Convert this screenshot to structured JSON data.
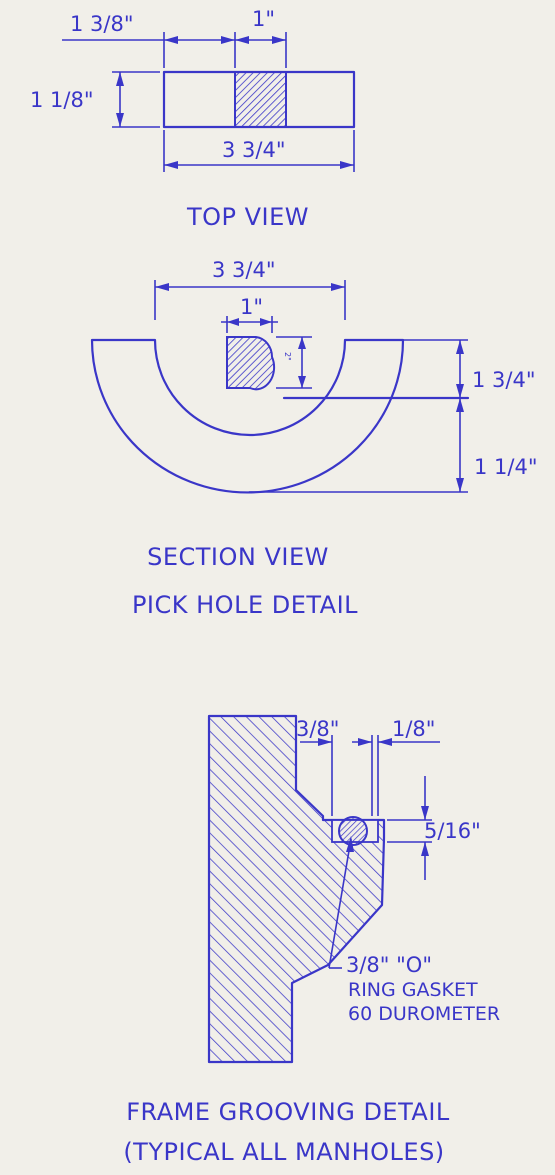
{
  "top_view": {
    "dim_left_width": "1 3/8\"",
    "dim_slot_width": "1\"",
    "dim_height": "1 1/8\"",
    "dim_total_width": "3 3/4\"",
    "title": "TOP VIEW"
  },
  "section_view": {
    "dim_total_width": "3 3/4\"",
    "dim_hole_width": "1\"",
    "dim_hole_depth": "2\"",
    "dim_upper_height": "1 3/4\"",
    "dim_lower_height": "1 1/4\"",
    "title_line1": "SECTION VIEW",
    "title_line2": "PICK HOLE DETAIL"
  },
  "frame_grooving": {
    "dim_groove_offset": "3/8\"",
    "dim_gap": "1/8\"",
    "dim_groove_depth": "5/16\"",
    "gasket_line1": "3/8\" \"O\"",
    "gasket_line2": "RING GASKET",
    "gasket_line3": "60 DUROMETER",
    "title_line1": "FRAME GROOVING DETAIL",
    "title_line2": "(TYPICAL ALL MANHOLES)"
  },
  "colors": {
    "ink": "#3a36c8",
    "paper": "#f1efe9"
  }
}
